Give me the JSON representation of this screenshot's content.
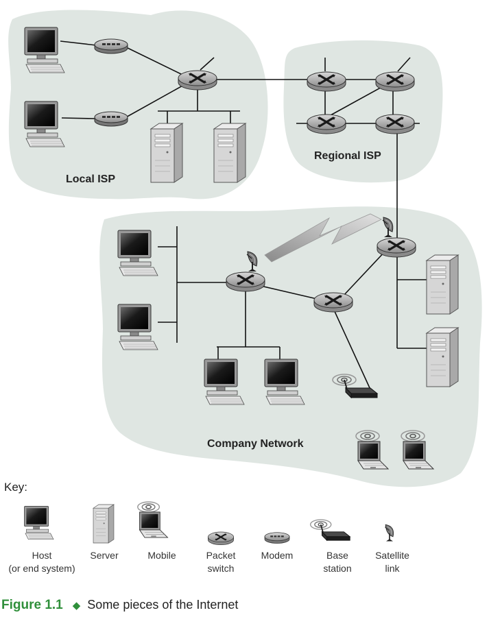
{
  "regions": {
    "local_isp": "Local ISP",
    "regional_isp": "Regional ISP",
    "company_network": "Company Network"
  },
  "key": {
    "title": "Key:",
    "items": [
      {
        "icon": "host-icon",
        "lines": [
          "Host",
          "(or end system)"
        ]
      },
      {
        "icon": "server-icon",
        "lines": [
          "Server"
        ]
      },
      {
        "icon": "mobile-icon",
        "lines": [
          "Mobile"
        ]
      },
      {
        "icon": "packet-switch-icon",
        "lines": [
          "Packet",
          "switch"
        ]
      },
      {
        "icon": "modem-icon",
        "lines": [
          "Modem"
        ]
      },
      {
        "icon": "base-station-icon",
        "lines": [
          "Base",
          "station"
        ]
      },
      {
        "icon": "satellite-link-icon",
        "lines": [
          "Satellite",
          "link"
        ]
      }
    ]
  },
  "caption": {
    "label": "Figure 1.1",
    "text": "Some pieces of the Internet"
  },
  "colors": {
    "cloud": "#dfe6e2",
    "line": "#111111",
    "caption_green": "#2f8f3a"
  }
}
